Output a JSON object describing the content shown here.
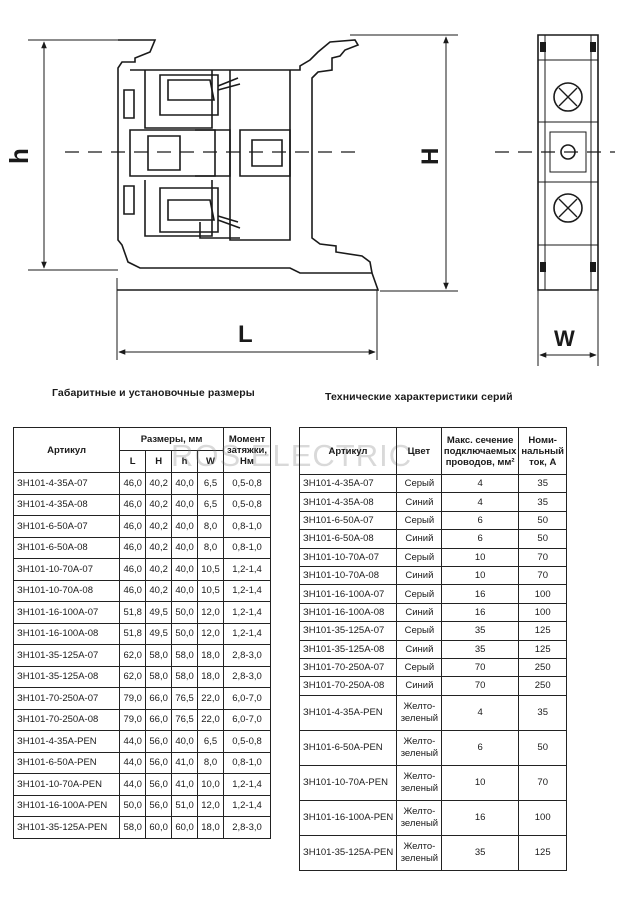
{
  "drawing": {
    "dim_h": "h",
    "dim_H": "H",
    "dim_L": "L",
    "dim_W": "W"
  },
  "captions": {
    "left": "Габаритные и установочные размеры",
    "right": "Технические характеристики серий"
  },
  "watermark": "ROS ELECTRIC",
  "dimensions_table": {
    "headers": {
      "article": "Артикул",
      "sizes": "Размеры, мм",
      "torque": "Момент затяжки, Нм",
      "L": "L",
      "H": "H",
      "h": "h",
      "W": "W"
    },
    "rows": [
      [
        "ЗН101-4-35А-07",
        "46,0",
        "40,2",
        "40,0",
        "6,5",
        "0,5-0,8"
      ],
      [
        "ЗН101-4-35А-08",
        "46,0",
        "40,2",
        "40,0",
        "6,5",
        "0,5-0,8"
      ],
      [
        "ЗН101-6-50А-07",
        "46,0",
        "40,2",
        "40,0",
        "8,0",
        "0,8-1,0"
      ],
      [
        "ЗН101-6-50А-08",
        "46,0",
        "40,2",
        "40,0",
        "8,0",
        "0,8-1,0"
      ],
      [
        "ЗН101-10-70А-07",
        "46,0",
        "40,2",
        "40,0",
        "10,5",
        "1,2-1,4"
      ],
      [
        "ЗН101-10-70А-08",
        "46,0",
        "40,2",
        "40,0",
        "10,5",
        "1,2-1,4"
      ],
      [
        "ЗН101-16-100А-07",
        "51,8",
        "49,5",
        "50,0",
        "12,0",
        "1,2-1,4"
      ],
      [
        "ЗН101-16-100А-08",
        "51,8",
        "49,5",
        "50,0",
        "12,0",
        "1,2-1,4"
      ],
      [
        "ЗН101-35-125А-07",
        "62,0",
        "58,0",
        "58,0",
        "18,0",
        "2,8-3,0"
      ],
      [
        "ЗН101-35-125А-08",
        "62,0",
        "58,0",
        "58,0",
        "18,0",
        "2,8-3,0"
      ],
      [
        "ЗН101-70-250А-07",
        "79,0",
        "66,0",
        "76,5",
        "22,0",
        "6,0-7,0"
      ],
      [
        "ЗН101-70-250А-08",
        "79,0",
        "66,0",
        "76,5",
        "22,0",
        "6,0-7,0"
      ],
      [
        "ЗН101-4-35А-PEN",
        "44,0",
        "56,0",
        "40,0",
        "6,5",
        "0,5-0,8"
      ],
      [
        "ЗН101-6-50А-PEN",
        "44,0",
        "56,0",
        "41,0",
        "8,0",
        "0,8-1,0"
      ],
      [
        "ЗН101-10-70А-PEN",
        "44,0",
        "56,0",
        "41,0",
        "10,0",
        "1,2-1,4"
      ],
      [
        "ЗН101-16-100А-PEN",
        "50,0",
        "56,0",
        "51,0",
        "12,0",
        "1,2-1,4"
      ],
      [
        "ЗН101-35-125А-PEN",
        "58,0",
        "60,0",
        "60,0",
        "18,0",
        "2,8-3,0"
      ]
    ]
  },
  "specs_table": {
    "headers": {
      "article": "Артикул",
      "color": "Цвет",
      "section": "Макс. сечение подключаемых проводов, мм²",
      "current": "Номи-нальный ток, А"
    },
    "rows": [
      [
        "ЗН101-4-35А-07",
        "Серый",
        "4",
        "35"
      ],
      [
        "ЗН101-4-35А-08",
        "Синий",
        "4",
        "35"
      ],
      [
        "ЗН101-6-50А-07",
        "Серый",
        "6",
        "50"
      ],
      [
        "ЗН101-6-50А-08",
        "Синий",
        "6",
        "50"
      ],
      [
        "ЗН101-10-70А-07",
        "Серый",
        "10",
        "70"
      ],
      [
        "ЗН101-10-70А-08",
        "Синий",
        "10",
        "70"
      ],
      [
        "ЗН101-16-100А-07",
        "Серый",
        "16",
        "100"
      ],
      [
        "ЗН101-16-100А-08",
        "Синий",
        "16",
        "100"
      ],
      [
        "ЗН101-35-125А-07",
        "Серый",
        "35",
        "125"
      ],
      [
        "ЗН101-35-125А-08",
        "Синий",
        "35",
        "125"
      ],
      [
        "ЗН101-70-250А-07",
        "Серый",
        "70",
        "250"
      ],
      [
        "ЗН101-70-250А-08",
        "Синий",
        "70",
        "250"
      ],
      [
        "ЗН101-4-35А-PEN",
        "Желто-зеленый",
        "4",
        "35"
      ],
      [
        "ЗН101-6-50А-PEN",
        "Желто-зеленый",
        "6",
        "50"
      ],
      [
        "ЗН101-10-70А-PEN",
        "Желто-зеленый",
        "10",
        "70"
      ],
      [
        "ЗН101-16-100А-PEN",
        "Желто-зеленый",
        "16",
        "100"
      ],
      [
        "ЗН101-35-125А-PEN",
        "Желто-зеленый",
        "35",
        "125"
      ]
    ]
  }
}
